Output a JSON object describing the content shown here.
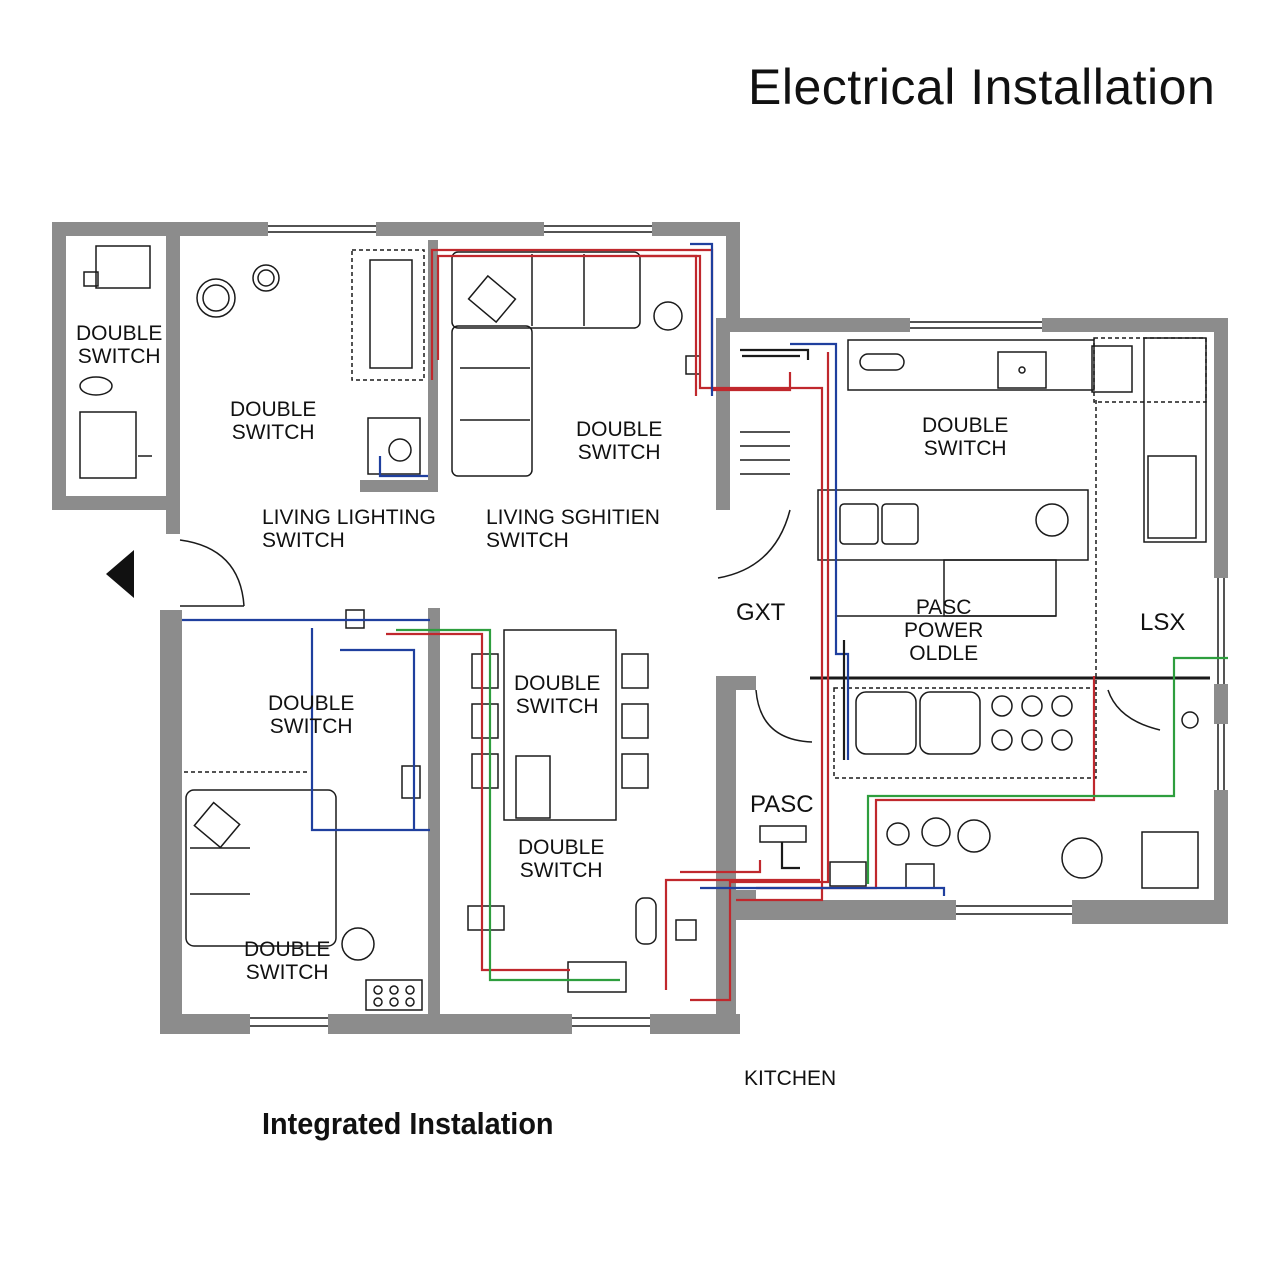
{
  "title": "Electrical Installation",
  "subtitle": "Integrated Instalation",
  "footer_label": "KITCHEN",
  "colors": {
    "wall": "#8c8c8c",
    "line": "#1a1a1a",
    "live_wire": "#c0282d",
    "neutral_wire": "#1f3f9e",
    "earth_wire": "#2e9e3e"
  },
  "labels": {
    "top_left_closet": [
      "DOUBLE",
      "SWITCH"
    ],
    "living_north": [
      "DOUBLE",
      "SWITCH"
    ],
    "living_center": [
      "DOUBLE",
      "SWITCH"
    ],
    "kitchen_north": [
      "DOUBLE",
      "SWITCH"
    ],
    "living_lighting": [
      "LIVING LIGHTING",
      "SWITCH"
    ],
    "living_sghitien": [
      "LIVING SGHITIEN",
      "SWITCH"
    ],
    "bedroom_mid": [
      "DOUBLE",
      "SWITCH"
    ],
    "dining_table": [
      "DOUBLE",
      "SWITCH"
    ],
    "dining_south": [
      "DOUBLE",
      "SWITCH"
    ],
    "bedroom_south": [
      "DOUBLE",
      "SWITCH"
    ],
    "gxt": "GXT",
    "pasc_power": [
      "PASC",
      "POWER",
      "OLDLE"
    ],
    "lsx": "LSX",
    "pasc": "PASC"
  }
}
